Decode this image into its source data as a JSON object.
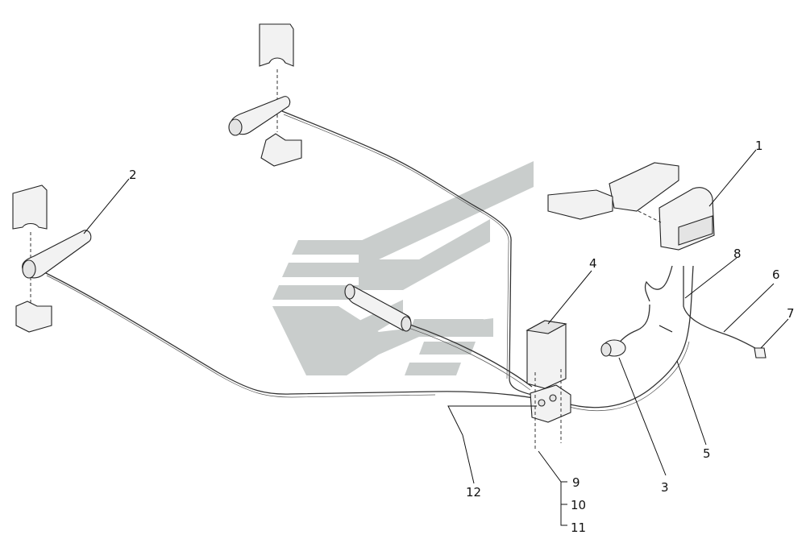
{
  "diagram": {
    "callouts": [
      "1",
      "2",
      "3",
      "4",
      "5",
      "6",
      "7",
      "8",
      "9",
      "10",
      "11",
      "12"
    ],
    "watermark_icon": "stylized-s-logo-icon",
    "colors": {
      "line": "#222222",
      "watermark": "#c9cdcc",
      "background": "#ffffff"
    }
  }
}
